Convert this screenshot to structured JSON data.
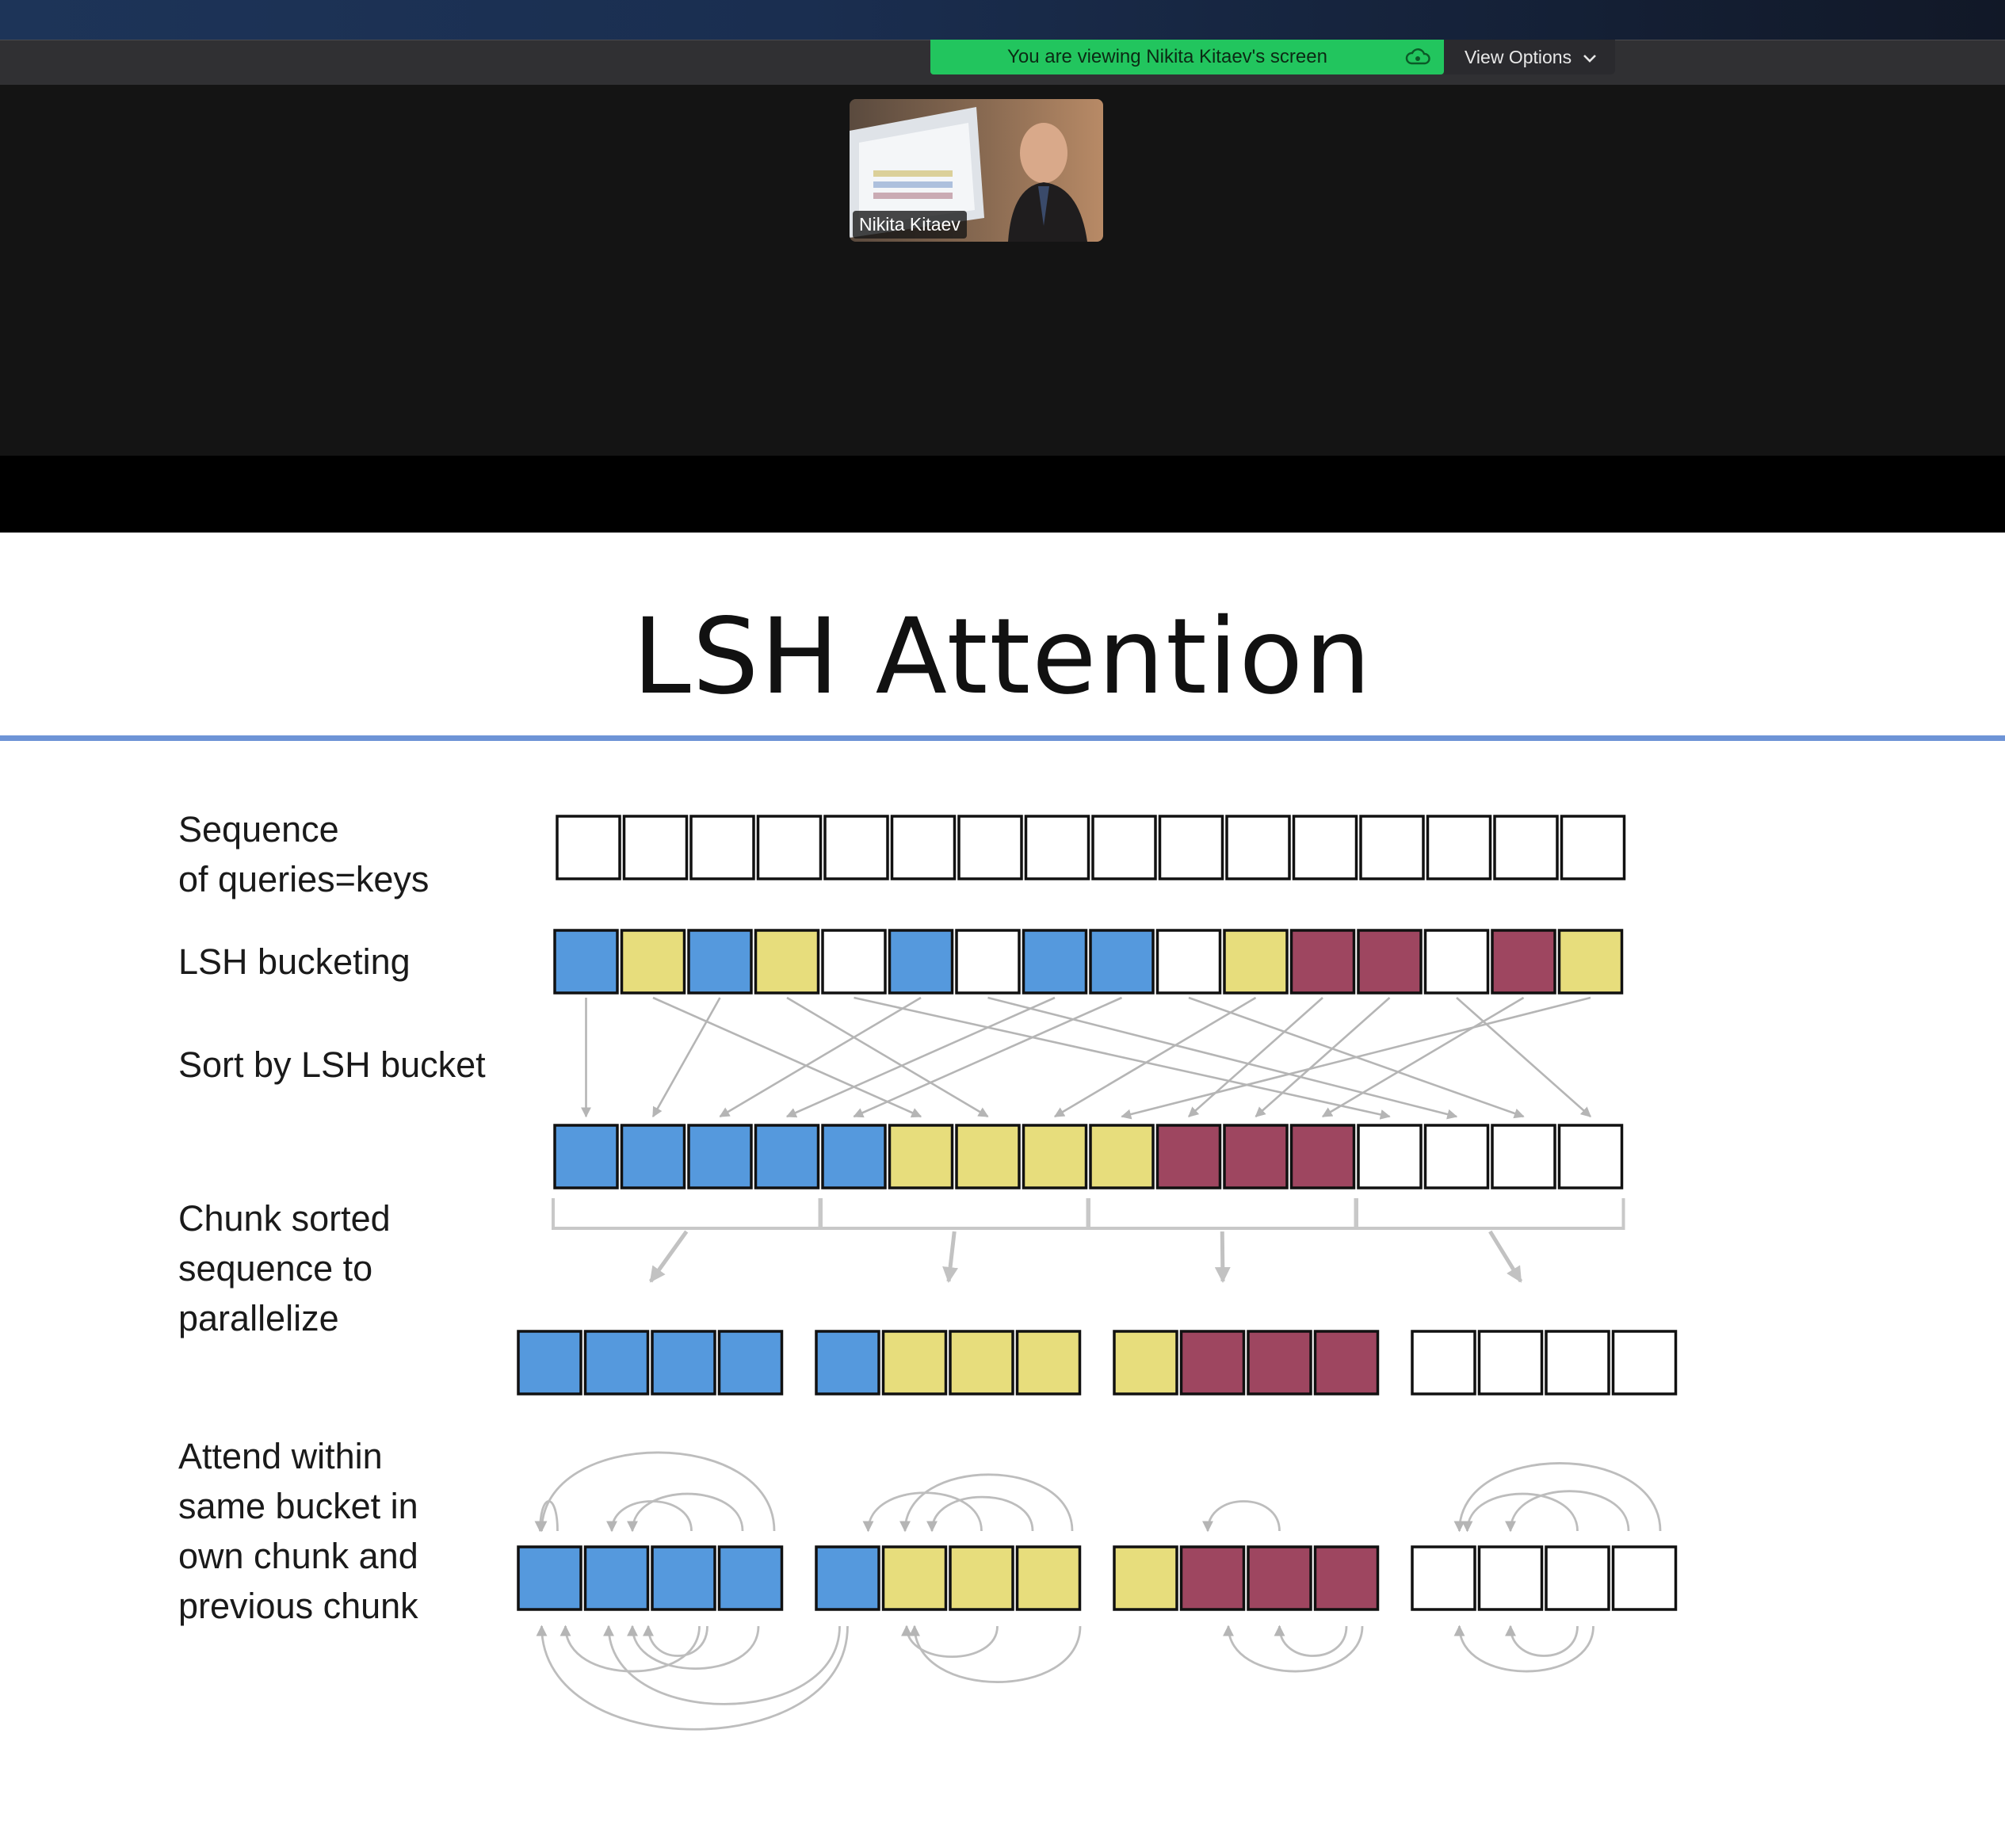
{
  "zoom": {
    "banner_text": "You are viewing Nikita Kitaev's screen",
    "view_options_label": "View Options",
    "participant_name": "Nikita Kitaev",
    "banner_color": "#22c55e"
  },
  "slide": {
    "title": "LSH Attention",
    "labels": {
      "sequence": [
        "Sequence",
        "of queries=keys"
      ],
      "bucketing": "LSH bucketing",
      "sort": "Sort by LSH bucket",
      "chunk": [
        "Chunk sorted",
        "sequence to",
        "parallelize"
      ],
      "attend": [
        "Attend within",
        "same bucket in",
        "own chunk and",
        "previous chunk"
      ]
    },
    "colors": {
      "blue": "#5599dd",
      "yellow": "#e7dd7c",
      "maroon": "#9e4660",
      "empty": "#ffffff"
    },
    "rows": {
      "sequence": [
        "empty",
        "empty",
        "empty",
        "empty",
        "empty",
        "empty",
        "empty",
        "empty",
        "empty",
        "empty",
        "empty",
        "empty",
        "empty",
        "empty",
        "empty",
        "empty"
      ],
      "bucketing": [
        "blue",
        "yellow",
        "blue",
        "yellow",
        "empty",
        "blue",
        "empty",
        "blue",
        "blue",
        "empty",
        "yellow",
        "maroon",
        "maroon",
        "empty",
        "maroon",
        "yellow"
      ],
      "sorted": [
        "blue",
        "blue",
        "blue",
        "blue",
        "blue",
        "yellow",
        "yellow",
        "yellow",
        "yellow",
        "maroon",
        "maroon",
        "maroon",
        "empty",
        "empty",
        "empty",
        "empty"
      ],
      "chunks": [
        [
          "blue",
          "blue",
          "blue",
          "blue"
        ],
        [
          "blue",
          "yellow",
          "yellow",
          "yellow"
        ],
        [
          "yellow",
          "maroon",
          "maroon",
          "maroon"
        ],
        [
          "empty",
          "empty",
          "empty",
          "empty"
        ]
      ]
    }
  }
}
